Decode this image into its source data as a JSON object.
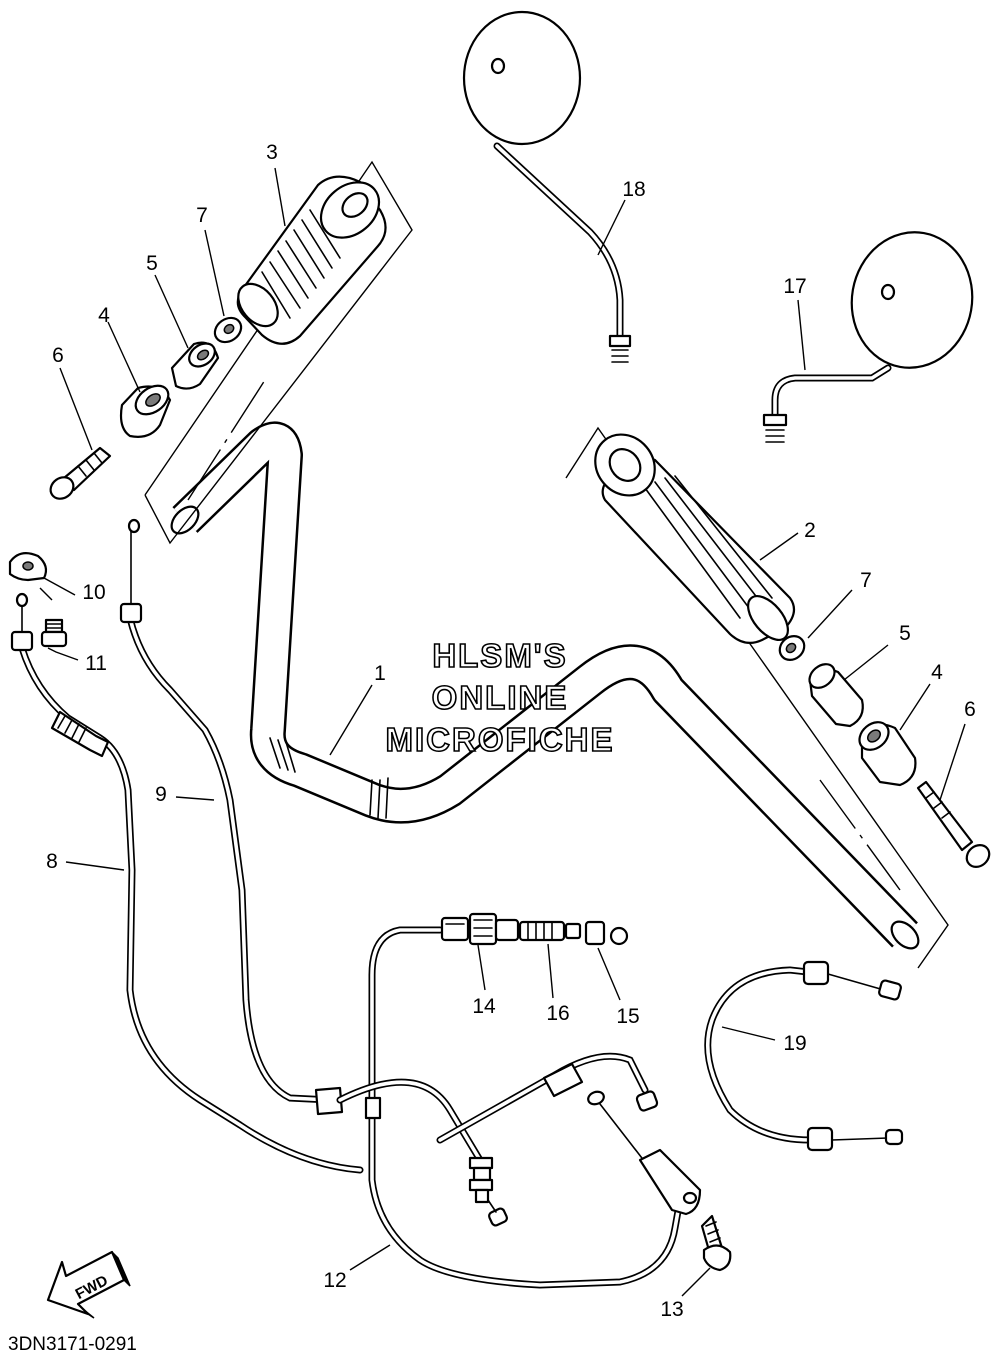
{
  "watermark": {
    "line1": "HLSM'S",
    "line2": "ONLINE",
    "line3": "MICROFICHE"
  },
  "fwd_label": "FWD",
  "diagram_code": "3DN3171-0291",
  "callouts": {
    "c1": "1",
    "c2": "2",
    "c3": "3",
    "c4_left": "4",
    "c4_right": "4",
    "c5_left": "5",
    "c5_right": "5",
    "c6_left": "6",
    "c6_right": "6",
    "c7_left": "7",
    "c7_right": "7",
    "c8": "8",
    "c9": "9",
    "c10": "10",
    "c11": "11",
    "c12": "12",
    "c13": "13",
    "c14": "14",
    "c15": "15",
    "c16": "16",
    "c17": "17",
    "c18": "18",
    "c19": "19"
  }
}
